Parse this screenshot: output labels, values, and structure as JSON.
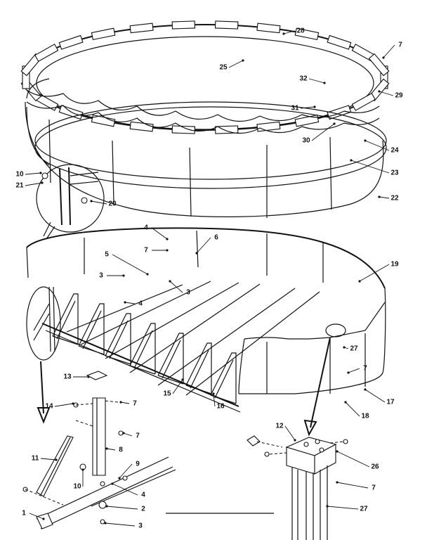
{
  "diagram": {
    "type": "exploded-parts-diagram",
    "callouts": [
      {
        "id": "c28",
        "label": "28"
      },
      {
        "id": "c7a",
        "label": "7"
      },
      {
        "id": "c25",
        "label": "25"
      },
      {
        "id": "c32",
        "label": "32"
      },
      {
        "id": "c29",
        "label": "29"
      },
      {
        "id": "c31",
        "label": "31"
      },
      {
        "id": "c30",
        "label": "30"
      },
      {
        "id": "c24",
        "label": "24"
      },
      {
        "id": "c23",
        "label": "23"
      },
      {
        "id": "c22",
        "label": "22"
      },
      {
        "id": "c10a",
        "label": "10"
      },
      {
        "id": "c21",
        "label": "21"
      },
      {
        "id": "c20",
        "label": "20"
      },
      {
        "id": "c4a",
        "label": "4"
      },
      {
        "id": "c6",
        "label": "6"
      },
      {
        "id": "c7b",
        "label": "7"
      },
      {
        "id": "c5",
        "label": "5"
      },
      {
        "id": "c3a",
        "label": "3"
      },
      {
        "id": "c3b",
        "label": "3"
      },
      {
        "id": "c4b",
        "label": "4"
      },
      {
        "id": "c19",
        "label": "19"
      },
      {
        "id": "c27a",
        "label": "27"
      },
      {
        "id": "c7c",
        "label": "7"
      },
      {
        "id": "c15",
        "label": "15"
      },
      {
        "id": "c16",
        "label": "16"
      },
      {
        "id": "c17",
        "label": "17"
      },
      {
        "id": "c18",
        "label": "18"
      },
      {
        "id": "c13",
        "label": "13"
      },
      {
        "id": "c14",
        "label": "14"
      },
      {
        "id": "c7d",
        "label": "7"
      },
      {
        "id": "c7e",
        "label": "7"
      },
      {
        "id": "c8",
        "label": "8"
      },
      {
        "id": "c11",
        "label": "11"
      },
      {
        "id": "c9",
        "label": "9"
      },
      {
        "id": "c10b",
        "label": "10"
      },
      {
        "id": "c4c",
        "label": "4"
      },
      {
        "id": "c1",
        "label": "1"
      },
      {
        "id": "c2",
        "label": "2"
      },
      {
        "id": "c3c",
        "label": "3"
      },
      {
        "id": "c12",
        "label": "12"
      },
      {
        "id": "c26",
        "label": "26"
      },
      {
        "id": "c7f",
        "label": "7"
      },
      {
        "id": "c27b",
        "label": "27"
      }
    ]
  }
}
